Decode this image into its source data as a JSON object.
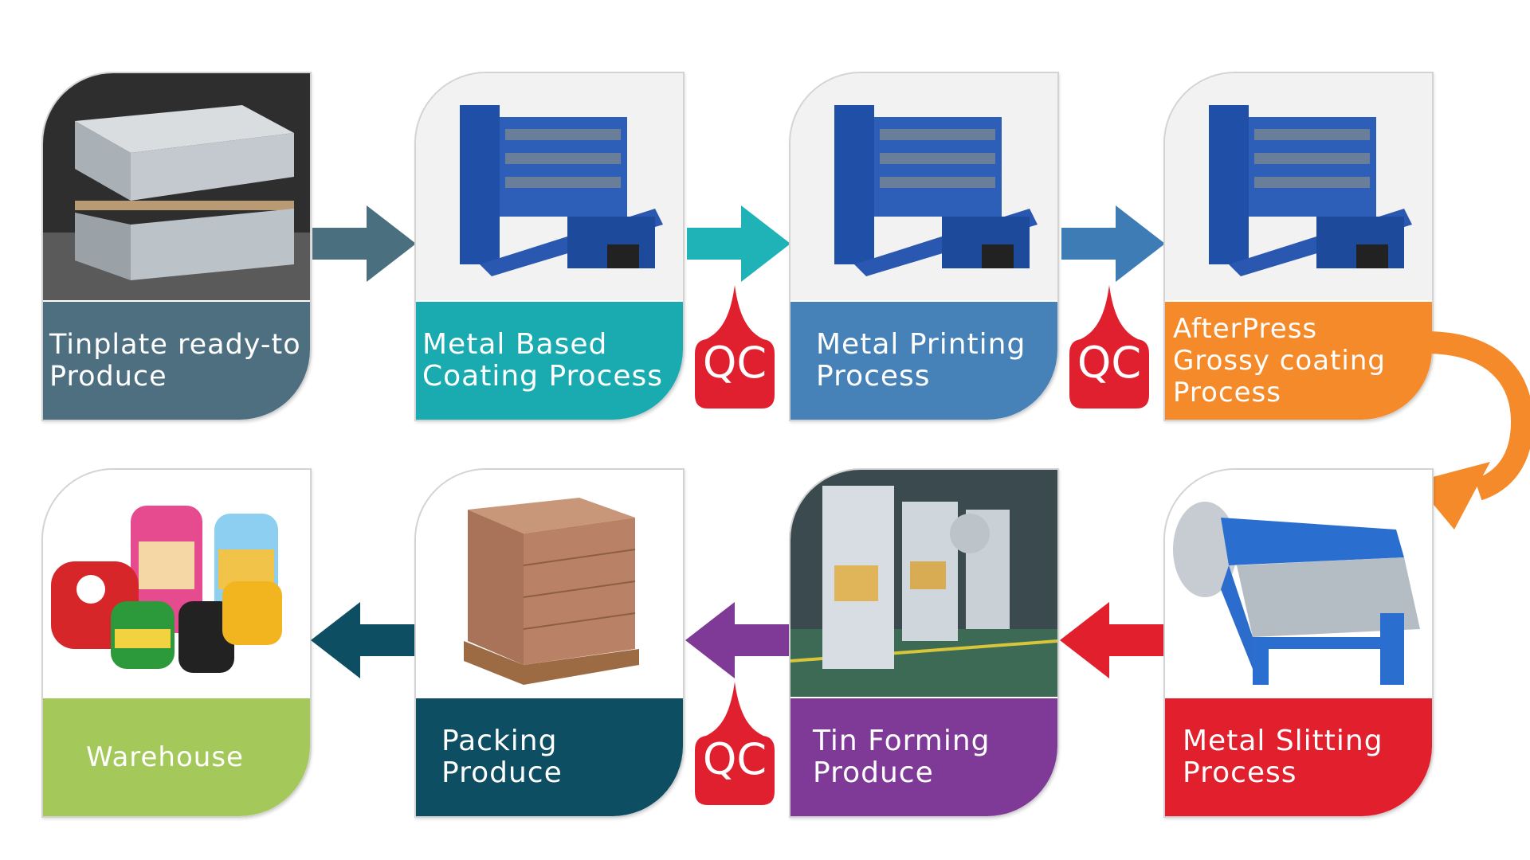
{
  "steps": {
    "tinplate": {
      "l1": "Tinplate ready-to",
      "l2": "Produce",
      "l3": "",
      "color": "#4d6f80",
      "icon": "tinplate-stack-image"
    },
    "coating": {
      "l1": "Metal Based",
      "l2": "Coating Process",
      "l3": "",
      "color": "#1aabb0",
      "icon": "coating-machine-image"
    },
    "printing": {
      "l1": "Metal Printing",
      "l2": "Process",
      "l3": "",
      "color": "#4682b8",
      "icon": "printing-machine-image"
    },
    "afterpress": {
      "l1": "AfterPress",
      "l2": "Grossy coating",
      "l3": "Process",
      "color": "#f58a2a",
      "icon": "glossy-coating-machine-image"
    },
    "slitting": {
      "l1": "Metal Slitting",
      "l2": "Process",
      "l3": "",
      "color": "#e21f2d",
      "icon": "slitting-machine-image"
    },
    "forming": {
      "l1": "Tin Forming",
      "l2": "Produce",
      "l3": "",
      "color": "#7e3a96",
      "icon": "press-machines-image"
    },
    "packing": {
      "l1": "Packing",
      "l2": "Produce",
      "l3": "",
      "color": "#0d4e63",
      "icon": "boxed-pallet-image"
    },
    "warehouse": {
      "l1": "Warehouse",
      "l2": "",
      "l3": "",
      "color": "#a4c95a",
      "icon": "tin-cans-image"
    }
  },
  "qc_label": "QC",
  "colors": {
    "qc_red": "#e0202e",
    "arrow_1": "#4a7080",
    "arrow_2": "#1fb3b8",
    "arrow_3": "#3d7cb5",
    "arrow_curve": "#f58a2a",
    "arrow_4": "#e21f2d",
    "arrow_5": "#7e3a96",
    "arrow_6": "#0d4e63"
  }
}
